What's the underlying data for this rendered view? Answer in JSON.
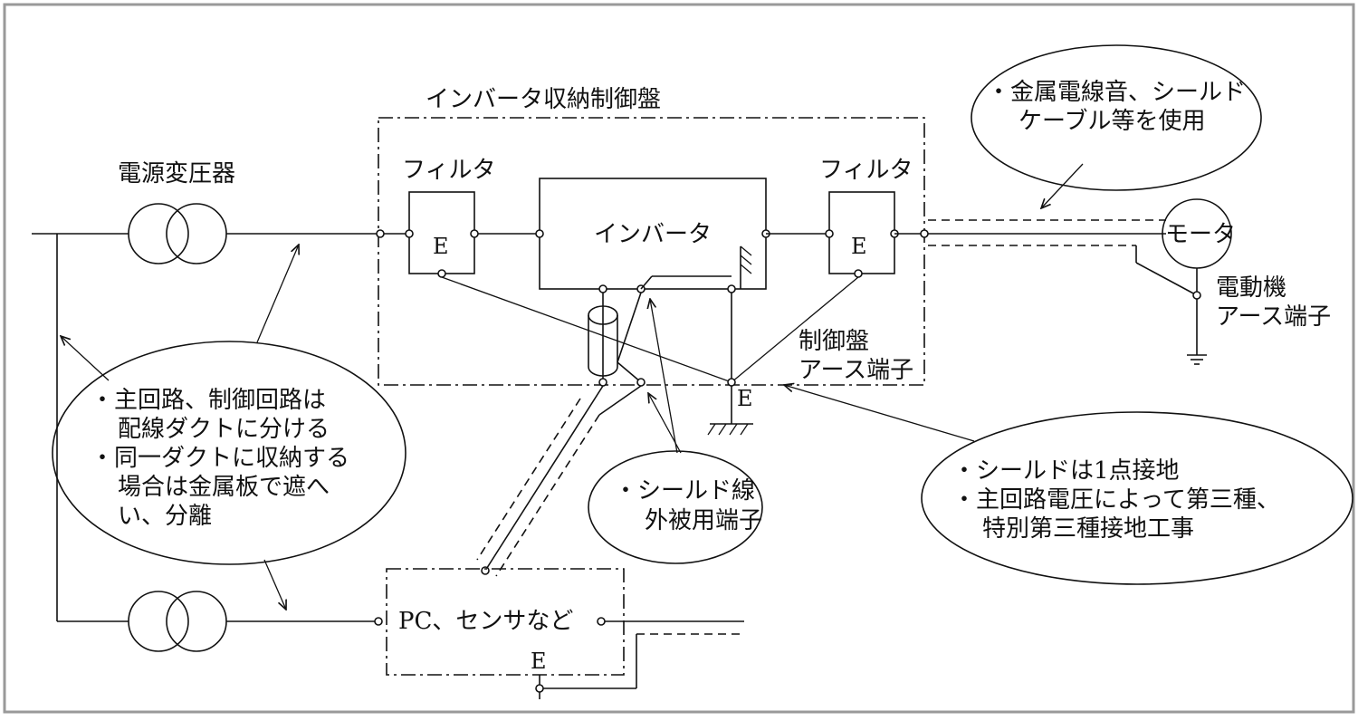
{
  "diagram": {
    "panel_title": "インバータ収納制御盤",
    "transformer_label": "電源変圧器",
    "filter_left_label": "フィルタ",
    "filter_right_label": "フィルタ",
    "inverter_label": "インバータ",
    "filter_left_e": "E",
    "filter_right_e": "E",
    "motor_label": "モータ",
    "motor_earth_label_line1": "電動機",
    "motor_earth_label_line2": "アース端子",
    "panel_earth_label_line1": "制御盤",
    "panel_earth_label_line2": "アース端子",
    "panel_earth_e": "E",
    "pc_label": "PC、センサなど",
    "pc_e": "E",
    "note_cable": {
      "line1": "・金属電線音、シールド",
      "line2": "ケーブル等を使用"
    },
    "note_duct": {
      "line1": "・主回路、制御回路は",
      "line2": "配線ダクトに分ける",
      "line3": "・同一ダクトに収納する",
      "line4": "場合は金属板で遮へ",
      "line5": "い、分離"
    },
    "note_shield_terminal": {
      "line1": "・シールド線",
      "line2": "外被用端子"
    },
    "note_shield_ground": {
      "line1": "・シールドは1点接地",
      "line2": "・主回路電圧によって第三種、",
      "line3": "特別第三種接地工事"
    }
  }
}
